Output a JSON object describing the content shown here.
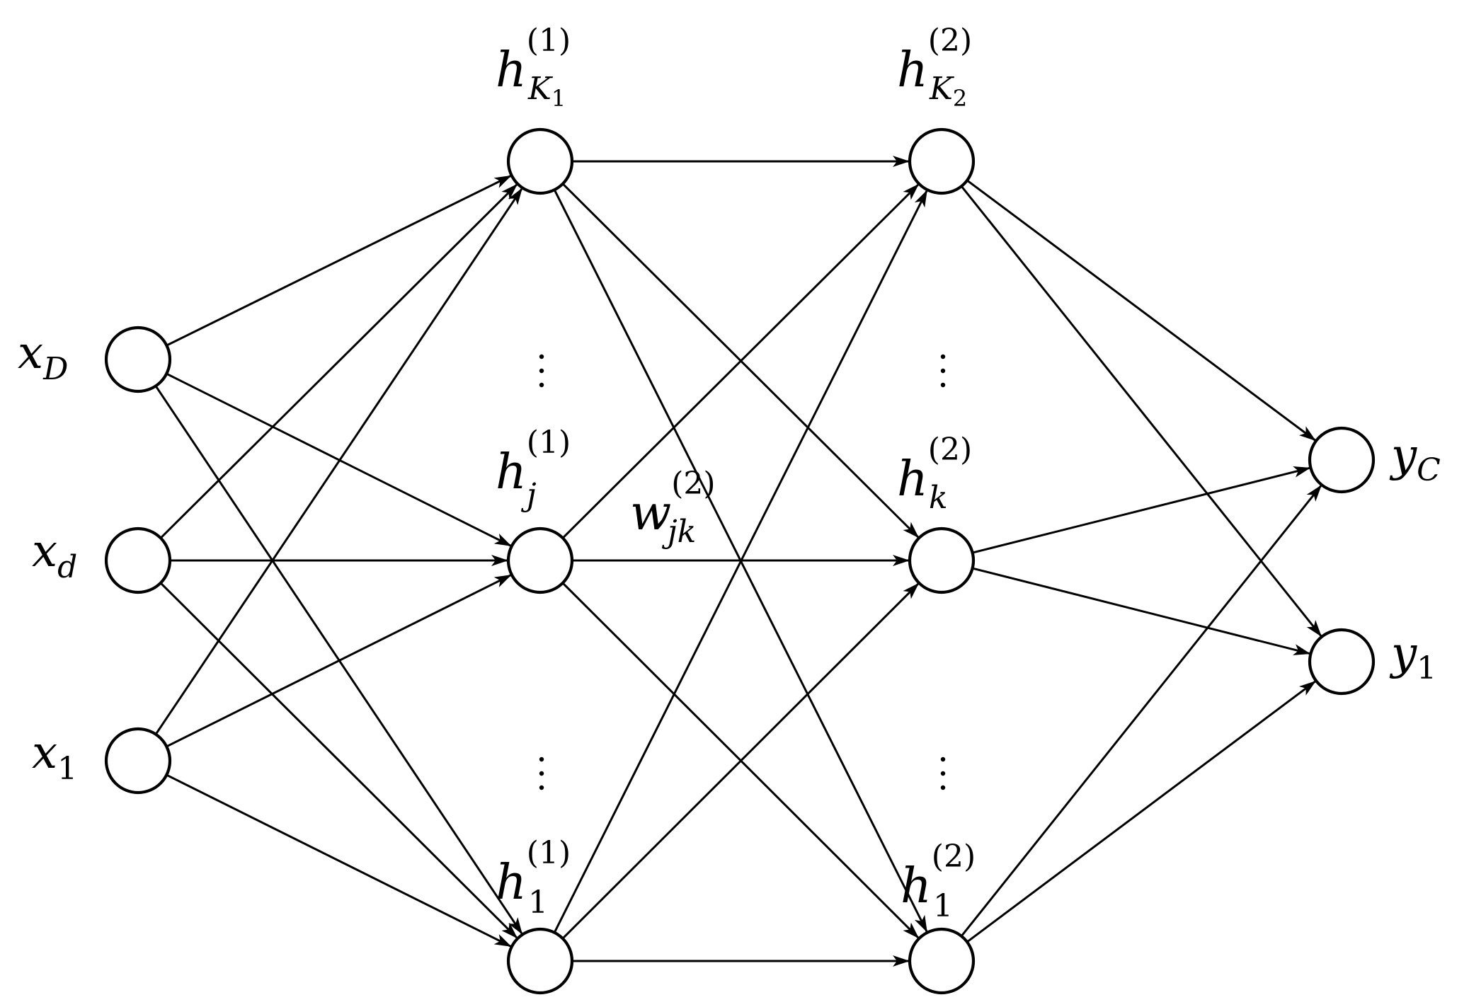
{
  "colors": {
    "stroke": "#000000",
    "background": "#ffffff"
  },
  "labels": {
    "x_D": {
      "base": "x",
      "sub": "D"
    },
    "x_d": {
      "base": "x",
      "sub": "d"
    },
    "x_1": {
      "base": "x",
      "sub": "1"
    },
    "h1_K": {
      "base": "h",
      "sup": "(1)",
      "sub": "K",
      "subsub": "1"
    },
    "h1_j": {
      "base": "h",
      "sup": "(1)",
      "sub": "j"
    },
    "h1_1": {
      "base": "h",
      "sup": "(1)",
      "sub": "1"
    },
    "h2_K": {
      "base": "h",
      "sup": "(2)",
      "sub": "K",
      "subsub": "2"
    },
    "h2_k": {
      "base": "h",
      "sup": "(2)",
      "sub": "k"
    },
    "h2_1": {
      "base": "h",
      "sup": "(2)",
      "sub": "1"
    },
    "y_C": {
      "base": "y",
      "sub": "C"
    },
    "y_1": {
      "base": "y",
      "sub": "1"
    },
    "w_jk": {
      "base": "w",
      "sup": "(2)",
      "sub": "jk"
    }
  },
  "ellipsis": "⋮"
}
